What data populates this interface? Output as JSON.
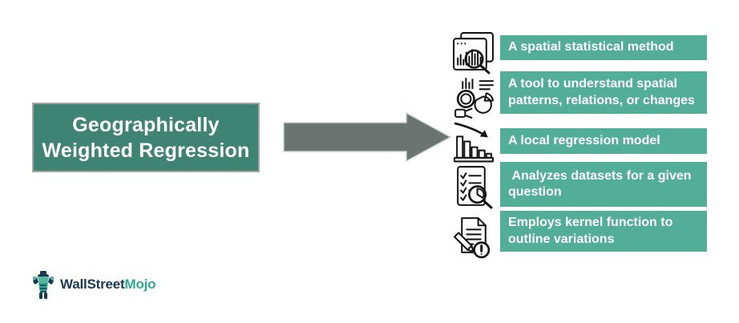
{
  "main_box": {
    "line1": "Geographically",
    "line2": "Weighted Regression"
  },
  "features": [
    {
      "icon": "chart-window-magnifier-icon",
      "text": "A spatial statistical method"
    },
    {
      "icon": "research-tools-icon",
      "text": "A tool to understand spatial patterns, relations, or changes"
    },
    {
      "icon": "declining-bar-chart-icon",
      "text": "A local regression model"
    },
    {
      "icon": "checklist-magnifier-icon",
      "text": " Analyzes datasets for a given question"
    },
    {
      "icon": "document-alert-pencil-icon",
      "text": "Employs kernel function to outline variations"
    }
  ],
  "logo": {
    "brand_part1": "WallStreet",
    "brand_part2": "Mojo"
  },
  "colors": {
    "main_box_green": "#3F8372",
    "feature_box_green": "#53AE97",
    "arrow_gray": "#6C7370",
    "brand_navy": "#1B3A54",
    "brand_teal": "#2EA895",
    "main_box_border": "#a6a6a6"
  }
}
